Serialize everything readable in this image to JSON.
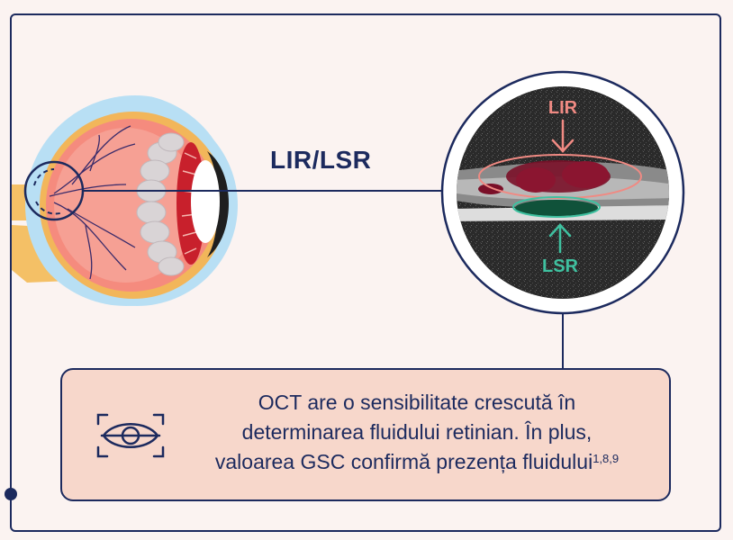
{
  "title": "LIR/LSR",
  "oct": {
    "top_label": "LIR",
    "bottom_label": "LSR"
  },
  "info": {
    "line1": "OCT are o sensibilitate crescută în",
    "line2": "determinarea fluidului retinian. În plus,",
    "line3": "valoarea GSC confirmă prezența fluidului",
    "refs": "1,8,9"
  },
  "colors": {
    "navy": "#1c2a5e",
    "lir": "#f08a83",
    "lsr": "#3fc1a0",
    "box_fill": "#f7d7cb",
    "background": "#fbf3f1"
  },
  "icons": {
    "eye_scan": "eye-scan-icon"
  }
}
